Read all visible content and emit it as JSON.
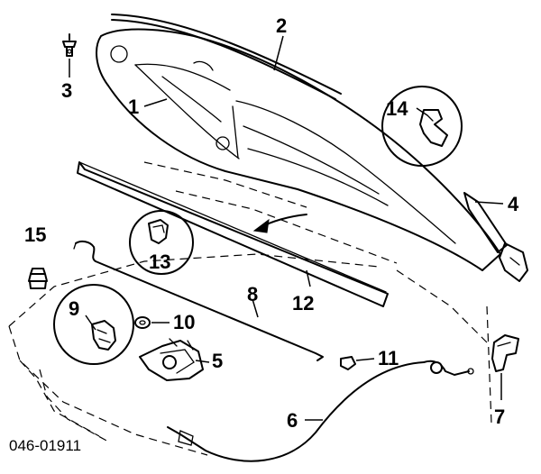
{
  "diagram": {
    "catalog_code": "046-01911",
    "callouts": [
      {
        "id": "callout-1",
        "label": "1"
      },
      {
        "id": "callout-2",
        "label": "2"
      },
      {
        "id": "callout-3",
        "label": "3"
      },
      {
        "id": "callout-4",
        "label": "4"
      },
      {
        "id": "callout-5",
        "label": "5"
      },
      {
        "id": "callout-6",
        "label": "6"
      },
      {
        "id": "callout-7",
        "label": "7"
      },
      {
        "id": "callout-8",
        "label": "8"
      },
      {
        "id": "callout-9",
        "label": "9"
      },
      {
        "id": "callout-10",
        "label": "10"
      },
      {
        "id": "callout-11",
        "label": "11"
      },
      {
        "id": "callout-12",
        "label": "12"
      },
      {
        "id": "callout-13",
        "label": "13"
      },
      {
        "id": "callout-14",
        "label": "14"
      },
      {
        "id": "callout-15",
        "label": "15"
      }
    ]
  }
}
